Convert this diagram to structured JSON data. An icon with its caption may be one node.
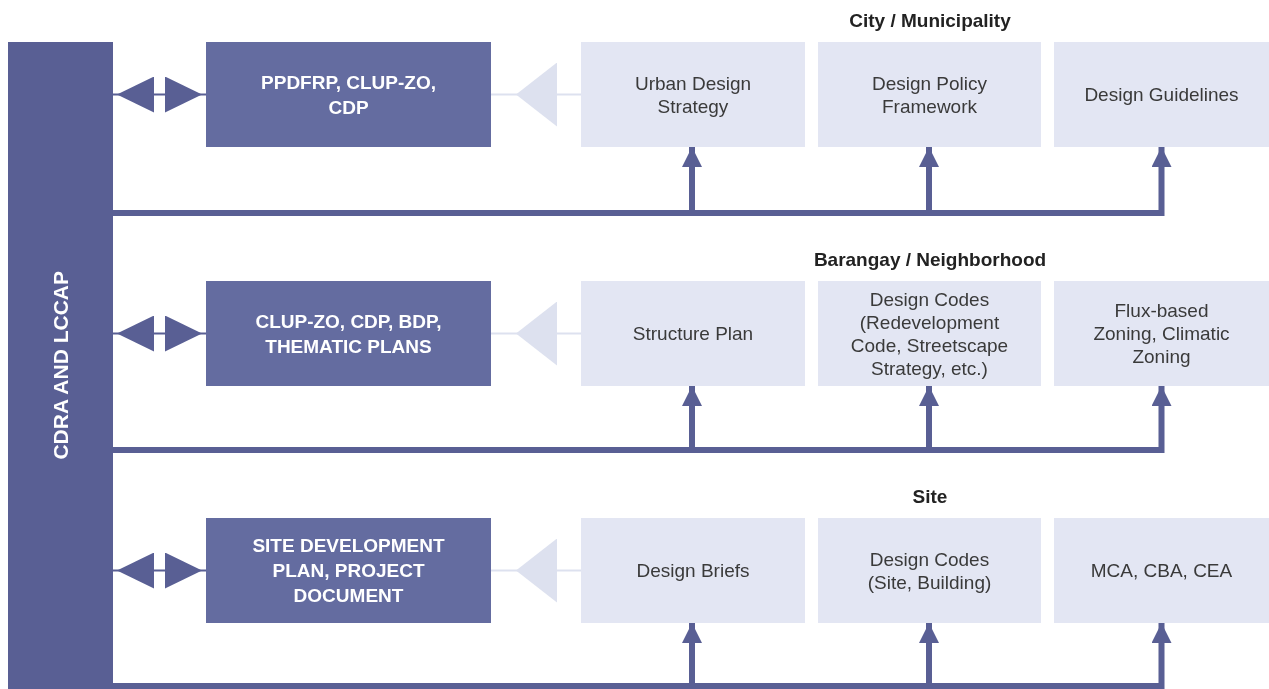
{
  "diagram": {
    "nodes": [
      {
        "text": [
          "CDRA AND LCCAP"
        ]
      },
      {
        "text": [
          "PPDFRP, CLUP-ZO, CDP"
        ]
      },
      {
        "text": [
          "Urban Design Strategy"
        ]
      },
      {
        "text": [
          "Design Policy Framework"
        ]
      },
      {
        "text": [
          "Design Guidelines"
        ]
      },
      {
        "text": [
          "CLUP-ZO, CDP, BDP, THEMATIC PLANS"
        ]
      },
      {
        "text": [
          "Structure Plan"
        ]
      },
      {
        "text": [
          "Design Codes (Redevelopment Code, Streetscape Strategy, etc.)"
        ]
      },
      {
        "text": [
          "Flux-based Zoning, Climatic Zoning"
        ]
      },
      {
        "text": [
          "SITE DEVELOPMENT PLAN, PROJECT DOCUMENT"
        ]
      },
      {
        "text": [
          "Design Briefs"
        ]
      },
      {
        "text": [
          "Design Codes (Site, Building)"
        ]
      },
      {
        "text": [
          "MCA, CBA, CEA"
        ]
      }
    ],
    "edges": [
      {
        "from": 0,
        "to": 1,
        "arrow": "both"
      },
      {
        "from": 2,
        "to": 1,
        "arrow": "to",
        "color": "#dde1ef"
      },
      {
        "from": 0,
        "to": 2,
        "arrow": "to"
      },
      {
        "from": 0,
        "to": 3,
        "arrow": "to"
      },
      {
        "from": 0,
        "to": 4,
        "arrow": "to"
      },
      {
        "from": 0,
        "to": 5,
        "arrow": "both"
      },
      {
        "from": 6,
        "to": 5,
        "arrow": "to",
        "color": "#dde1ef"
      },
      {
        "from": 0,
        "to": 6,
        "arrow": "to"
      },
      {
        "from": 0,
        "to": 7,
        "arrow": "to"
      },
      {
        "from": 0,
        "to": 8,
        "arrow": "to"
      },
      {
        "from": 0,
        "to": 9,
        "arrow": "both"
      },
      {
        "from": 10,
        "to": 9,
        "arrow": "to",
        "color": "#dde1ef"
      },
      {
        "from": 0,
        "to": 10,
        "arrow": "to"
      },
      {
        "from": 0,
        "to": 11,
        "arrow": "to"
      },
      {
        "from": 0,
        "to": 12,
        "arrow": "to"
      }
    ],
    "labels": [
      "City / Municipality",
      "Barangay / Neighborhood",
      "Site"
    ]
  }
}
